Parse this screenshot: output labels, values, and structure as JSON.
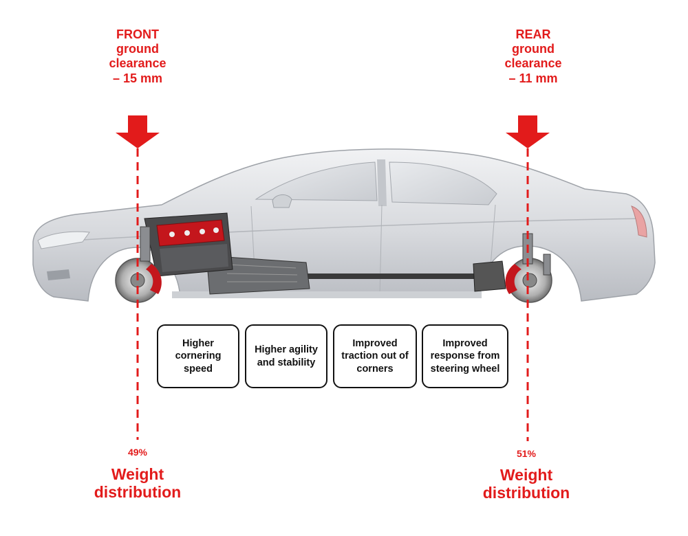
{
  "front": {
    "clearance_lines": [
      "FRONT",
      "ground",
      "clearance",
      "– 15 mm"
    ],
    "weight_percent": "49%",
    "weight_lines": [
      "Weight",
      "distribution"
    ]
  },
  "rear": {
    "clearance_lines": [
      "REAR",
      "ground",
      "clearance",
      "– 11 mm"
    ],
    "weight_percent": "51%",
    "weight_lines": [
      "Weight",
      "distribution"
    ]
  },
  "benefits": [
    {
      "lines": [
        "Higher",
        "cornering",
        "speed"
      ]
    },
    {
      "lines": [
        "Higher agility",
        "and stability"
      ]
    },
    {
      "lines": [
        "Improved",
        "traction out of",
        "corners"
      ]
    },
    {
      "lines": [
        "Improved",
        "response from",
        "steering wheel"
      ]
    }
  ],
  "colors": {
    "accent": "#e21b1b",
    "car_body": "#d9dbdf",
    "engine": "#c4161c",
    "box_border": "#111111"
  }
}
